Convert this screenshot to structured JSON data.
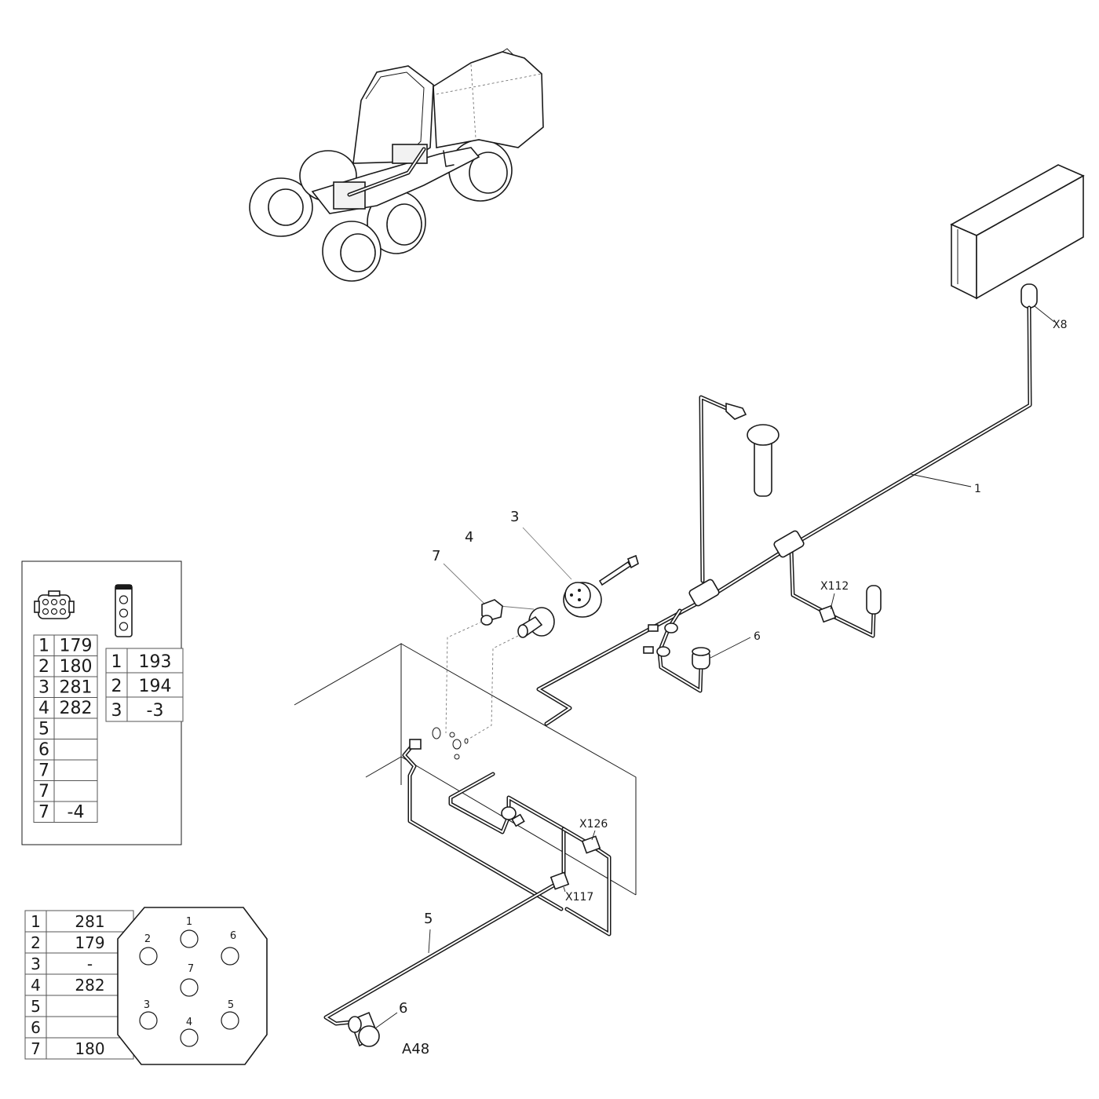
{
  "callouts": {
    "x8": "X8",
    "item1": "1",
    "item3": "3",
    "item4": "4",
    "item7": "7",
    "item6_upper": "6",
    "x112": "X112",
    "x126": "X126",
    "x117": "X117",
    "item5": "5",
    "item6_lower": "6",
    "a48": "A48"
  },
  "pinout_table_1": {
    "rows": [
      {
        "pin": "1",
        "wire": "179"
      },
      {
        "pin": "2",
        "wire": "180"
      },
      {
        "pin": "3",
        "wire": "281"
      },
      {
        "pin": "4",
        "wire": "282"
      },
      {
        "pin": "5",
        "wire": ""
      },
      {
        "pin": "6",
        "wire": ""
      },
      {
        "pin": "7",
        "wire": ""
      },
      {
        "pin": "7",
        "wire": ""
      },
      {
        "pin": "7",
        "wire": "-4"
      }
    ]
  },
  "pinout_table_2": {
    "rows": [
      {
        "pin": "1",
        "wire": "193"
      },
      {
        "pin": "2",
        "wire": "194"
      },
      {
        "pin": "3",
        "wire": "-3"
      }
    ]
  },
  "pinout_table_3": {
    "rows": [
      {
        "pin": "1",
        "wire": "281"
      },
      {
        "pin": "2",
        "wire": "179"
      },
      {
        "pin": "3",
        "wire": "-"
      },
      {
        "pin": "4",
        "wire": "282"
      },
      {
        "pin": "5",
        "wire": ""
      },
      {
        "pin": "6",
        "wire": ""
      },
      {
        "pin": "7",
        "wire": "180"
      }
    ]
  },
  "connector_face_pins": [
    "1",
    "2",
    "6",
    "7",
    "3",
    "5",
    "4"
  ]
}
